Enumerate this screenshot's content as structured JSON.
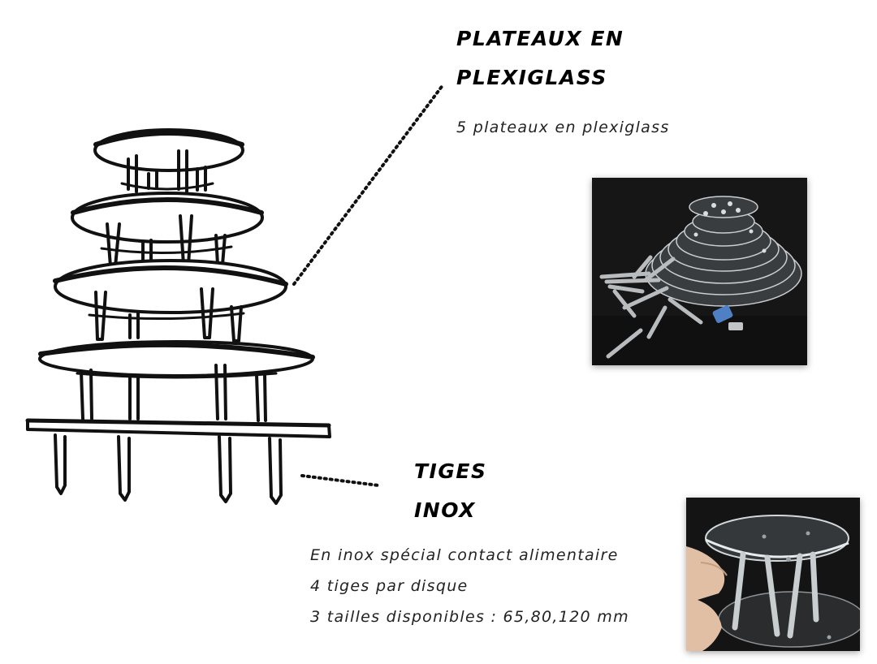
{
  "plateaux": {
    "heading_line1": "PLATEAUX EN",
    "heading_line2": "PLEXIGLASS",
    "description": "5 plateaux en plexiglass",
    "photo_icon": "acrylic-plates-photo"
  },
  "tiges": {
    "heading_line1": "TIGES",
    "heading_line2": "INOX",
    "lines": [
      "En inox spécial contact alimentaire",
      "4 tiges par disque",
      "3 tailles disponibles : 65,80,120 mm"
    ],
    "photo_icon": "steel-rod-assembly-photo"
  },
  "colors": {
    "ink": "#111111",
    "photo_background": "#161616"
  }
}
